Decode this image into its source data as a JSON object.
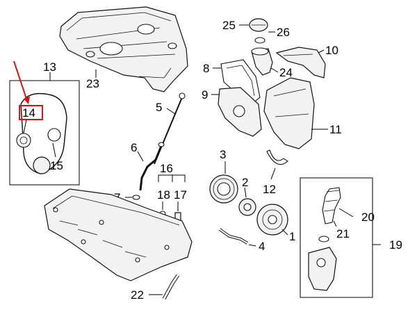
{
  "diagram": {
    "callouts": [
      "1",
      "2",
      "3",
      "4",
      "5",
      "6",
      "7",
      "8",
      "9",
      "10",
      "11",
      "12",
      "13",
      "14",
      "15",
      "16",
      "17",
      "18",
      "19",
      "20",
      "21",
      "22",
      "23",
      "24",
      "25",
      "26"
    ],
    "highlight_color": "#e01010"
  }
}
